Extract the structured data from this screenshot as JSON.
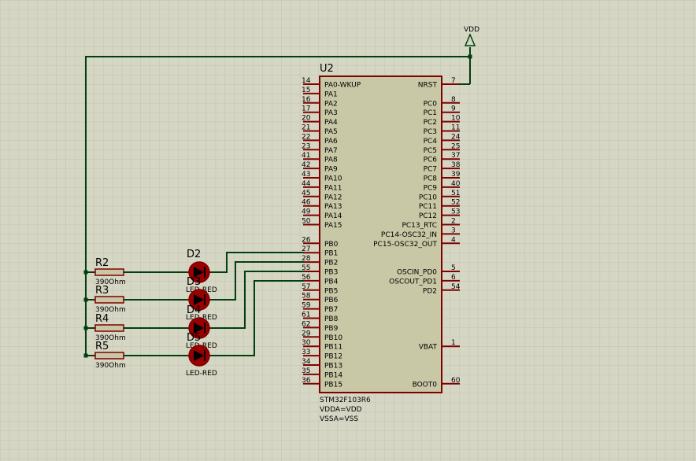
{
  "power": {
    "label": "VDD"
  },
  "chip": {
    "ref": "U2",
    "part": "STM32F103R6",
    "props": [
      "VDDA=VDD",
      "VSSA=VSS"
    ],
    "left_pins": [
      {
        "num": "14",
        "name": "PA0-WKUP"
      },
      {
        "num": "15",
        "name": "PA1"
      },
      {
        "num": "16",
        "name": "PA2"
      },
      {
        "num": "17",
        "name": "PA3"
      },
      {
        "num": "20",
        "name": "PA4"
      },
      {
        "num": "21",
        "name": "PA5"
      },
      {
        "num": "22",
        "name": "PA6"
      },
      {
        "num": "23",
        "name": "PA7"
      },
      {
        "num": "41",
        "name": "PA8"
      },
      {
        "num": "42",
        "name": "PA9"
      },
      {
        "num": "43",
        "name": "PA10"
      },
      {
        "num": "44",
        "name": "PA11"
      },
      {
        "num": "45",
        "name": "PA12"
      },
      {
        "num": "46",
        "name": "PA13"
      },
      {
        "num": "49",
        "name": "PA14"
      },
      {
        "num": "50",
        "name": "PA15"
      },
      {
        "num": "26",
        "name": "PB0"
      },
      {
        "num": "27",
        "name": "PB1"
      },
      {
        "num": "28",
        "name": "PB2"
      },
      {
        "num": "55",
        "name": "PB3"
      },
      {
        "num": "56",
        "name": "PB4"
      },
      {
        "num": "57",
        "name": "PB5"
      },
      {
        "num": "58",
        "name": "PB6"
      },
      {
        "num": "59",
        "name": "PB7"
      },
      {
        "num": "61",
        "name": "PB8"
      },
      {
        "num": "62",
        "name": "PB9"
      },
      {
        "num": "29",
        "name": "PB10"
      },
      {
        "num": "30",
        "name": "PB11"
      },
      {
        "num": "33",
        "name": "PB12"
      },
      {
        "num": "34",
        "name": "PB13"
      },
      {
        "num": "35",
        "name": "PB14"
      },
      {
        "num": "36",
        "name": "PB15"
      }
    ],
    "right_pins": [
      {
        "num": "7",
        "name": "NRST",
        "row": 0
      },
      {
        "num": "8",
        "name": "PC0",
        "row": 2
      },
      {
        "num": "9",
        "name": "PC1",
        "row": 3
      },
      {
        "num": "10",
        "name": "PC2",
        "row": 4
      },
      {
        "num": "11",
        "name": "PC3",
        "row": 5
      },
      {
        "num": "24",
        "name": "PC4",
        "row": 6
      },
      {
        "num": "25",
        "name": "PC5",
        "row": 7
      },
      {
        "num": "37",
        "name": "PC6",
        "row": 8
      },
      {
        "num": "38",
        "name": "PC7",
        "row": 9
      },
      {
        "num": "39",
        "name": "PC8",
        "row": 10
      },
      {
        "num": "40",
        "name": "PC9",
        "row": 11
      },
      {
        "num": "51",
        "name": "PC10",
        "row": 12
      },
      {
        "num": "52",
        "name": "PC11",
        "row": 13
      },
      {
        "num": "53",
        "name": "PC12",
        "row": 14
      },
      {
        "num": "2",
        "name": "PC13_RTC",
        "row": 15
      },
      {
        "num": "3",
        "name": "PC14-OSC32_IN",
        "row": 16
      },
      {
        "num": "4",
        "name": "PC15-OSC32_OUT",
        "row": 17
      },
      {
        "num": "5",
        "name": "OSCIN_PD0",
        "row": 20
      },
      {
        "num": "6",
        "name": "OSCOUT_PD1",
        "row": 21
      },
      {
        "num": "54",
        "name": "PD2",
        "row": 22
      },
      {
        "num": "1",
        "name": "VBAT",
        "row": 28
      },
      {
        "num": "60",
        "name": "BOOT0",
        "row": 32
      }
    ]
  },
  "resistors": [
    {
      "ref": "R2",
      "value": "390Ohm"
    },
    {
      "ref": "R3",
      "value": "390Ohm"
    },
    {
      "ref": "R4",
      "value": "390Ohm"
    },
    {
      "ref": "R5",
      "value": "390Ohm"
    }
  ],
  "leds": [
    {
      "ref": "D2",
      "value": "LED-RED"
    },
    {
      "ref": "D3",
      "value": "LED-RED"
    },
    {
      "ref": "D4",
      "value": "LED-RED"
    },
    {
      "ref": "D5",
      "value": "LED-RED"
    }
  ],
  "colors": {
    "background": "#d6d6c4",
    "grid": "#c3c3af",
    "wire": "#00400f",
    "component": "#800000",
    "chip_fill": "#c8c8a6",
    "resistor_fill": "#c8c8a6",
    "led_fill": "#990000"
  }
}
